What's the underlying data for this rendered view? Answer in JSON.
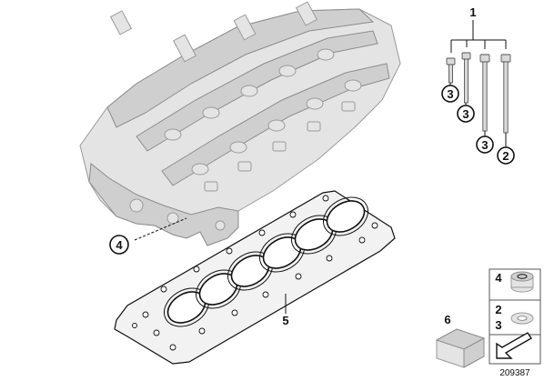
{
  "diagram": {
    "callouts": {
      "c1": "1",
      "c2": "2",
      "c3a": "3",
      "c3b": "3",
      "c3c": "3",
      "c4": "4",
      "c5": "5",
      "c6": "6"
    },
    "legend": {
      "row1": "4",
      "row2a": "2",
      "row2b": "3"
    },
    "reference_number": "209387",
    "icons": [
      "cylinder-head-illustration",
      "cylinder-head-gasket-illustration",
      "cylinder-head-bolt-icon",
      "plug-icon",
      "washer-icon",
      "package-icon",
      "arrow-icon"
    ],
    "colors": {
      "line": "#111111",
      "part_fill": "#e4e4e4",
      "part_stroke": "#9a9a9a"
    }
  }
}
